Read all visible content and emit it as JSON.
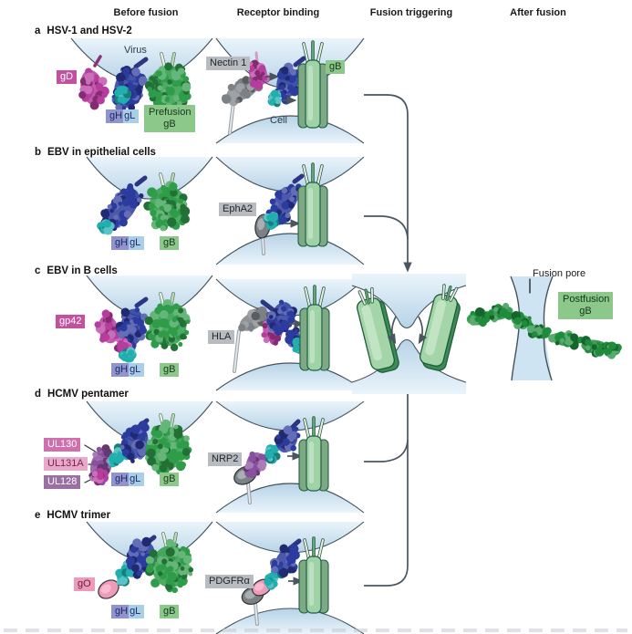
{
  "palette": {
    "magenta": "#b63d9e",
    "blue_protein": "#2c3b9e",
    "teal": "#22aeae",
    "green_protein": "#2f9c49",
    "green_cylinder": "#9fd2a5",
    "green_post": "#1f8c3c",
    "gray_protein": "#7c8186",
    "purple_protein": "#8a4f9e",
    "pink_protein": "#ef9ab9",
    "connector": "#4a555f",
    "membrane_stroke": "#44525c",
    "magenta_box": "#c2519f",
    "gray_box": "#b8bcc1",
    "green_box": "#8cc88a",
    "ul130_box": "#d06fad",
    "ul131a_box": "#e9a9cb",
    "ul128_box": "#9a6fa4",
    "pink_box": "#ef9ab9",
    "lavender_box": "#9193cd",
    "lightblue_box": "#a9cfe8"
  },
  "header": {
    "col1": "Before fusion",
    "col2": "Receptor binding",
    "col3": "Fusion triggering",
    "col4": "After fusion"
  },
  "shared": {
    "gh": "gH",
    "gl": "gL",
    "gb": "gB",
    "virus": "Virus",
    "cell": "Cell"
  },
  "row_a": {
    "letter": "a",
    "title": "HSV-1 and HSV-2",
    "gd": "gD",
    "prefusion": "Prefusion",
    "receptor": "Nectin 1"
  },
  "row_b": {
    "letter": "b",
    "title": "EBV in epithelial cells",
    "receptor": "EphA2"
  },
  "row_c": {
    "letter": "c",
    "title": "EBV in B cells",
    "gp42": "gp42",
    "receptor": "HLA"
  },
  "row_d": {
    "letter": "d",
    "title": "HCMV pentamer",
    "ul130": "UL130",
    "ul131a": "UL131A",
    "ul128": "UL128",
    "receptor": "NRP2"
  },
  "row_e": {
    "letter": "e",
    "title": "HCMV trimer",
    "go": "gO",
    "receptor": "PDGFRα"
  },
  "after": {
    "fusion_pore": "Fusion pore",
    "postfusion": "Postfusion"
  }
}
